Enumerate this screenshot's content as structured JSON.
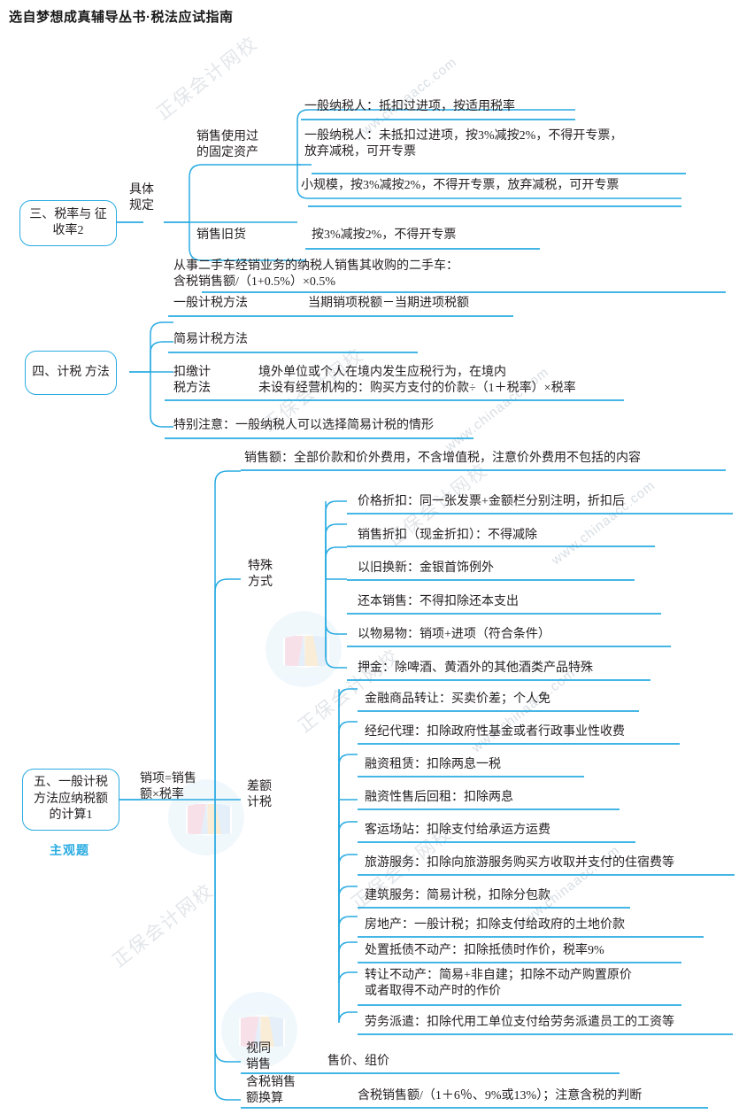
{
  "document": {
    "title": "选自梦想成真辅导丛书·税法应试指南",
    "watermark_text": "正保会计网校",
    "watermark_url": "www.chinaacc.com",
    "accent_color": "#29abe2",
    "text_color": "#231f20"
  },
  "mindmap": {
    "type": "mindmap",
    "branches": [
      {
        "id": "sec3",
        "root": "三、税率与\n征收率2",
        "mid": [
          {
            "label": "具体\n规定",
            "children": [
              {
                "label": "销售使用过\n的固定资产",
                "children": [
                  {
                    "text": "一般纳税人：抵扣过进项，按适用税率"
                  },
                  {
                    "text": "一般纳税人：未抵扣过进项，按3%减按2%，不得开专票，\n放弃减税，可开专票"
                  },
                  {
                    "text": "小规模，按3%减按2%，不得开专票，放弃减税，可开专票"
                  }
                ]
              },
              {
                "label": "销售旧货",
                "children": [
                  {
                    "text": "按3%减按2%，不得开专票"
                  }
                ]
              },
              {
                "label": "",
                "children": [
                  {
                    "text": "从事二手车经销业务的纳税人销售其收购的二手车：\n含税销售额/（1+0.5%）×0.5%"
                  }
                ]
              }
            ]
          }
        ]
      },
      {
        "id": "sec4",
        "root": "四、计税\n方法",
        "items": [
          {
            "label": "一般计税方法",
            "text": "当期销项税额－当期进项税额"
          },
          {
            "label": "简易计税方法",
            "text": ""
          },
          {
            "label": "扣缴计\n税方法",
            "text": "境外单位或个人在境内发生应税行为，在境内\n未设有经营机构的：购买方支付的价款÷（1＋税率）×税率"
          },
          {
            "label": "特别注意：一般纳税人可以选择简易计税的情形",
            "text": ""
          }
        ]
      },
      {
        "id": "sec5",
        "root": "五、一般计税\n方法应纳税额\n的计算1",
        "badge": "主观题",
        "mid_label": "销项=销售\n额×税率",
        "groups": [
          {
            "label": "",
            "items": [
              {
                "text": "销售额：全部价款和价外费用，不含增值税，注意价外费用不包括的内容"
              }
            ]
          },
          {
            "label": "特殊\n方式",
            "items": [
              {
                "text": "价格折扣：同一张发票+金额栏分别注明，折扣后"
              },
              {
                "text": "销售折扣（现金折扣）：不得减除"
              },
              {
                "text": "以旧换新：金银首饰例外"
              },
              {
                "text": "还本销售：不得扣除还本支出"
              },
              {
                "text": "以物易物：销项+进项（符合条件）"
              },
              {
                "text": "押金：除啤酒、黄酒外的其他酒类产品特殊"
              }
            ]
          },
          {
            "label": "差额\n计税",
            "items": [
              {
                "text": "金融商品转让：买卖价差；个人免"
              },
              {
                "text": "经纪代理：扣除政府性基金或者行政事业性收费"
              },
              {
                "text": "融资租赁：扣除两息一税"
              },
              {
                "text": "融资性售后回租：扣除两息"
              },
              {
                "text": "客运场站：扣除支付给承运方运费"
              },
              {
                "text": "旅游服务：扣除向旅游服务购买方收取并支付的住宿费等"
              },
              {
                "text": "建筑服务：简易计税，扣除分包款"
              },
              {
                "text": "房地产：一般计税；扣除支付给政府的土地价款"
              },
              {
                "text": "处置抵债不动产：扣除抵债时作价，税率9%"
              },
              {
                "text": "转让不动产：简易+非自建；扣除不动产购置原价\n或者取得不动产时的作价"
              },
              {
                "text": "劳务派遣：扣除代用工单位支付给劳务派遣员工的工资等"
              }
            ]
          },
          {
            "label": "视同\n销售",
            "items": [
              {
                "text": "售价、组价"
              }
            ]
          },
          {
            "label": "含税销售\n额换算",
            "items": [
              {
                "text": "含税销售额/（1＋6％、9%或13%）；注意含税的判断"
              }
            ]
          }
        ]
      }
    ]
  }
}
